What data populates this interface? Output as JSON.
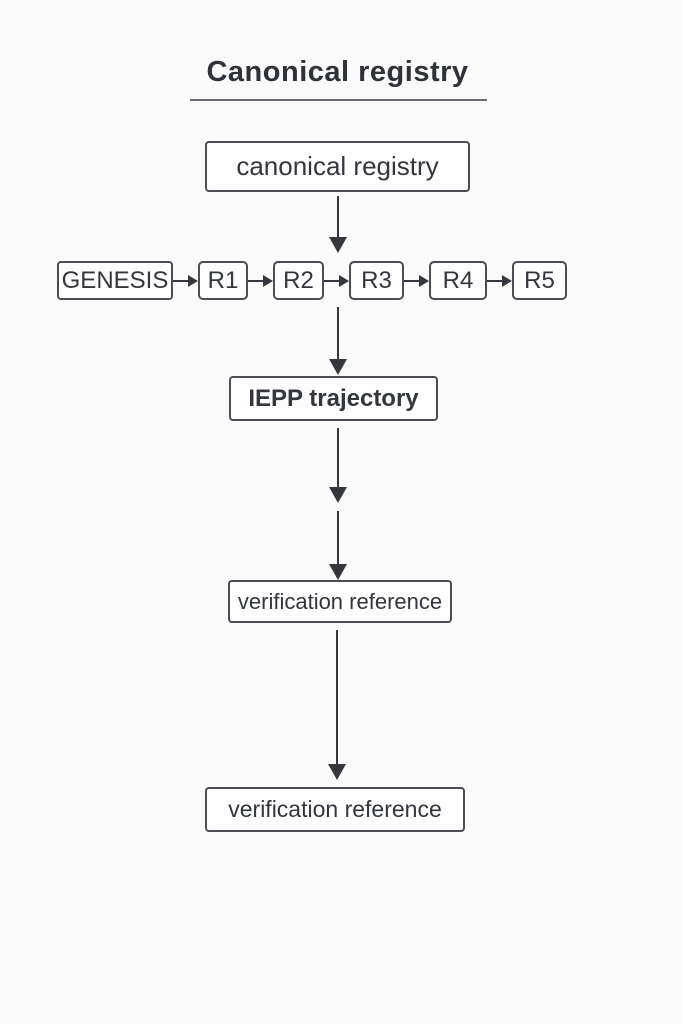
{
  "page": {
    "title": "Canonical registry"
  },
  "diagram": {
    "root": {
      "label": "canonical registry"
    },
    "chain": [
      {
        "label": "GENESIS"
      },
      {
        "label": "R1"
      },
      {
        "label": "R2"
      },
      {
        "label": "R3"
      },
      {
        "label": "R4"
      },
      {
        "label": "R5"
      }
    ],
    "trajectory": {
      "label": "IEPP trajectory"
    },
    "verification_upper": {
      "label": "verification reference"
    },
    "verification_lower": {
      "label": "verification reference"
    },
    "colors": {
      "background": "#fbfafa",
      "box_fill": "#fefefe",
      "box_stroke": "#4a4d55",
      "arrow": "#34373d",
      "text": "#33363e"
    }
  }
}
